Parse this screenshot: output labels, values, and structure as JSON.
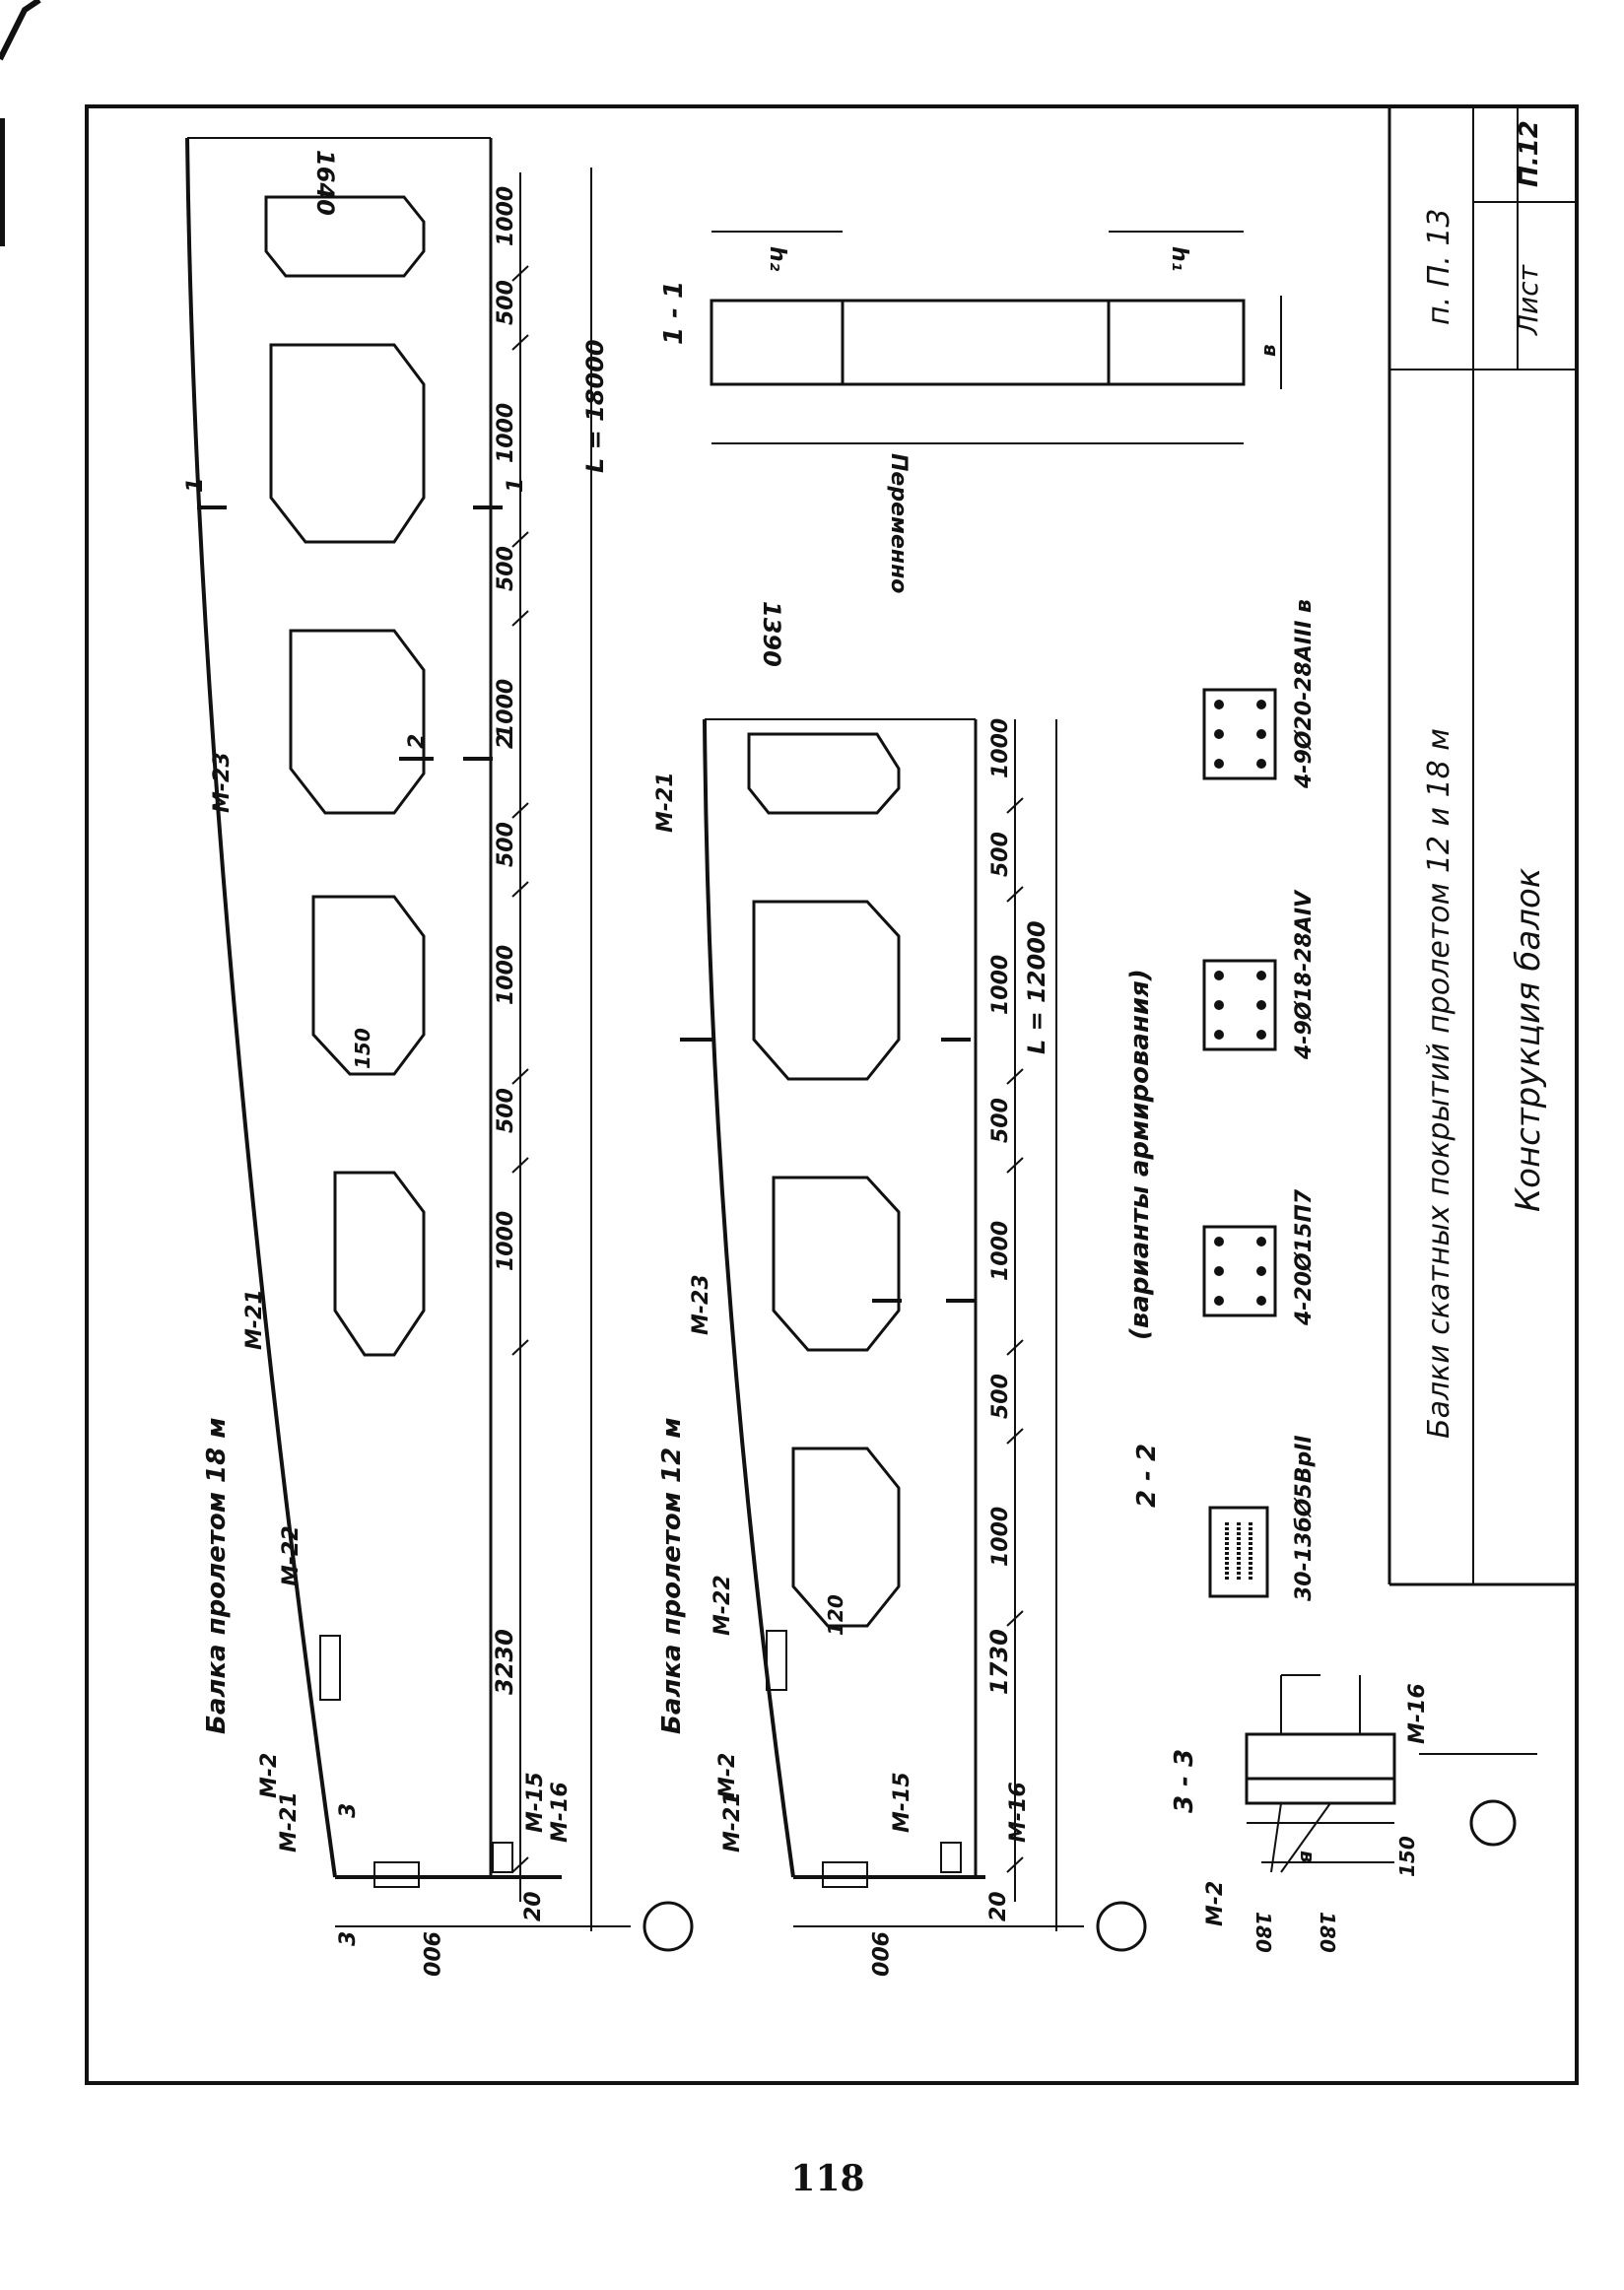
{
  "title_block": {
    "title": "Балки скатных покрытий пролетом 12 и 18 м",
    "subtitle": "Конструкция балок",
    "doc_code": "п. П. 13",
    "sheet_label": "Лист",
    "sheet_no": "П.12"
  },
  "beam18": {
    "name": "Балка пролетом 18 м",
    "span": "L = 18000",
    "height_end": "1640",
    "marks": [
      "М-21",
      "М-2",
      "М-22",
      "М-21",
      "М-23",
      "М-15",
      "М-16"
    ],
    "dims_bottom": [
      "900",
      "20",
      "3230",
      "1000",
      "500",
      "1000",
      "500",
      "1000",
      "500",
      "1000",
      "500",
      "1000"
    ],
    "chamfer": "150"
  },
  "beam12": {
    "name": "Балка пролетом 12 м",
    "span": "L = 12000",
    "height_end": "1390",
    "marks": [
      "М-21",
      "М-2",
      "М-22",
      "М-23",
      "М-21",
      "М-15",
      "М-16"
    ],
    "dims_bottom": [
      "900",
      "20",
      "1730",
      "1000",
      "500",
      "1000",
      "500",
      "1000",
      "500",
      "1000"
    ],
    "chamfer": "120"
  },
  "section_1_1": {
    "label": "1 - 1",
    "h1": "h₁",
    "h2": "h₂",
    "b": "в",
    "variable": "Переменно"
  },
  "section_2_2": {
    "label": "2 - 2",
    "caption": "(варианты армирования)",
    "variants": [
      "30-13бØ5ВрII",
      "4-20Ø15П7",
      "4-9Ø18-28АIV",
      "4-9Ø20-28АIII в"
    ]
  },
  "section_3_3": {
    "label": "3 - 3",
    "m2": "М-2",
    "m16": "М-16",
    "d1": "180",
    "d2": "180",
    "d3": "150",
    "b": "в"
  },
  "section_marks": {
    "s1": "1",
    "s2": "2",
    "s3": "3"
  },
  "page_number": "118"
}
